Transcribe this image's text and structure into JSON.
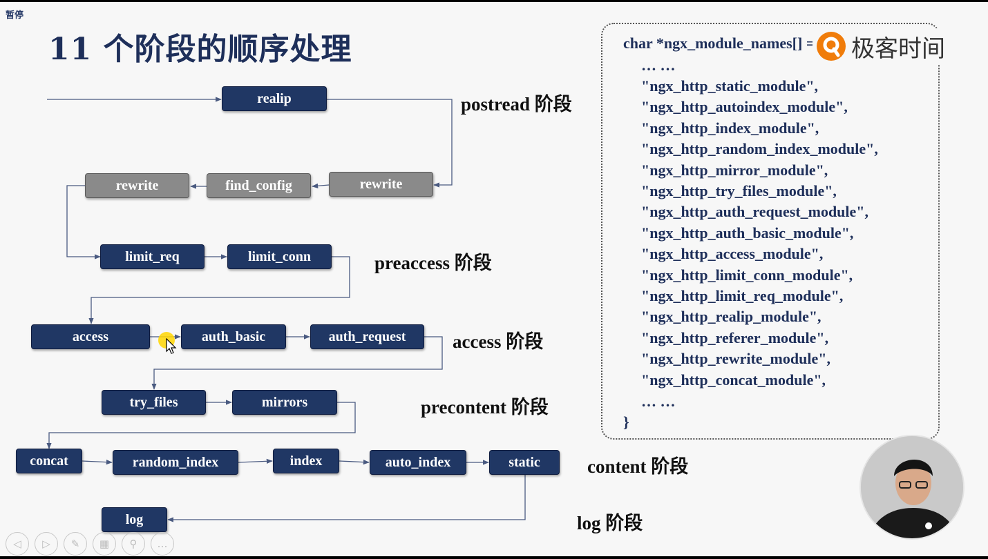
{
  "pause_label": "暂停",
  "title": "11 个阶段的顺序处理",
  "brand": {
    "name": "极客时间",
    "accent": "#f07c0a"
  },
  "colors": {
    "node_blue": "#203764",
    "node_gray": "#8a8a8a",
    "title": "#1e2f5a"
  },
  "nodes": {
    "realip": "realip",
    "rewrite_gray_left": "rewrite",
    "find_config": "find_config",
    "rewrite_gray_right": "rewrite",
    "limit_req": "limit_req",
    "limit_conn": "limit_conn",
    "access": "access",
    "auth_basic": "auth_basic",
    "auth_request": "auth_request",
    "try_files": "try_files",
    "mirrors": "mirrors",
    "concat": "concat",
    "random_index": "random_index",
    "index": "index",
    "auto_index": "auto_index",
    "static": "static",
    "log": "log"
  },
  "phases": {
    "postread": "postread 阶段",
    "preaccess": "preaccess 阶段",
    "access": "access 阶段",
    "precontent": "precontent 阶段",
    "content": "content 阶段",
    "log": "log 阶段"
  },
  "code": {
    "header": "char *ngx_module_names[] = {",
    "ellipsis": "… …",
    "modules": [
      "\"ngx_http_static_module\",",
      "\"ngx_http_autoindex_module\",",
      "\"ngx_http_index_module\",",
      "\"ngx_http_random_index_module\",",
      "\"ngx_http_mirror_module\",",
      "\"ngx_http_try_files_module\",",
      "\"ngx_http_auth_request_module\",",
      "\"ngx_http_auth_basic_module\",",
      "\"ngx_http_access_module\",",
      "\"ngx_http_limit_conn_module\",",
      "\"ngx_http_limit_req_module\",",
      "\"ngx_http_realip_module\",",
      "\"ngx_http_referer_module\",",
      "\"ngx_http_rewrite_module\",",
      "\"ngx_http_concat_module\","
    ],
    "ellipsis_end": "… …",
    "close": "}"
  },
  "controls": {
    "prev": "◁",
    "next": "▷",
    "pen": "✎",
    "grid": "▦",
    "zoom": "⚲",
    "more": "…"
  }
}
